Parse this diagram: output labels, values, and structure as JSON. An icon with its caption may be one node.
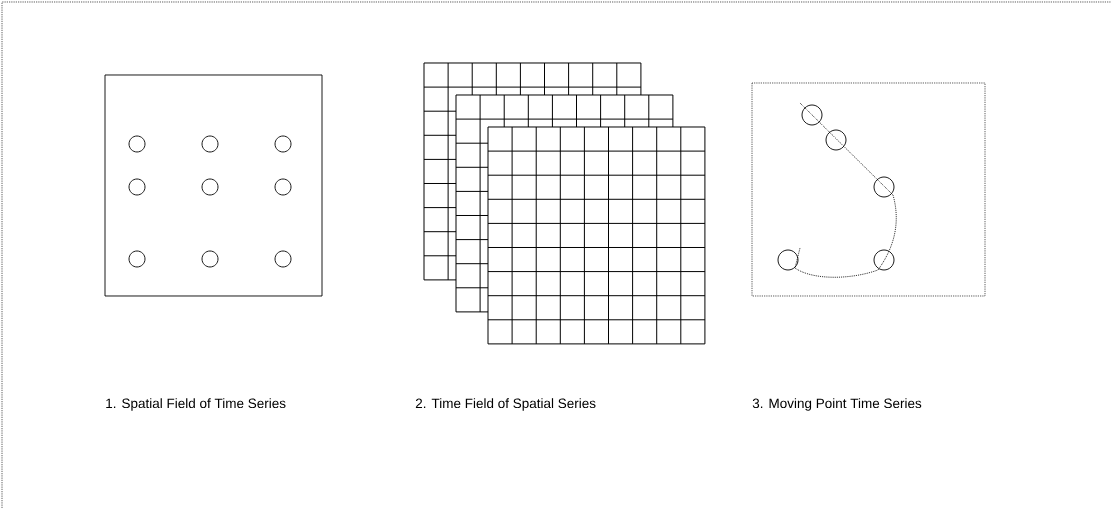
{
  "diagram": {
    "labels": [
      "1. Spatial Field of Time Series",
      "2. Time Field of Spatial Series",
      "3. Moving Point Time Series"
    ]
  }
}
